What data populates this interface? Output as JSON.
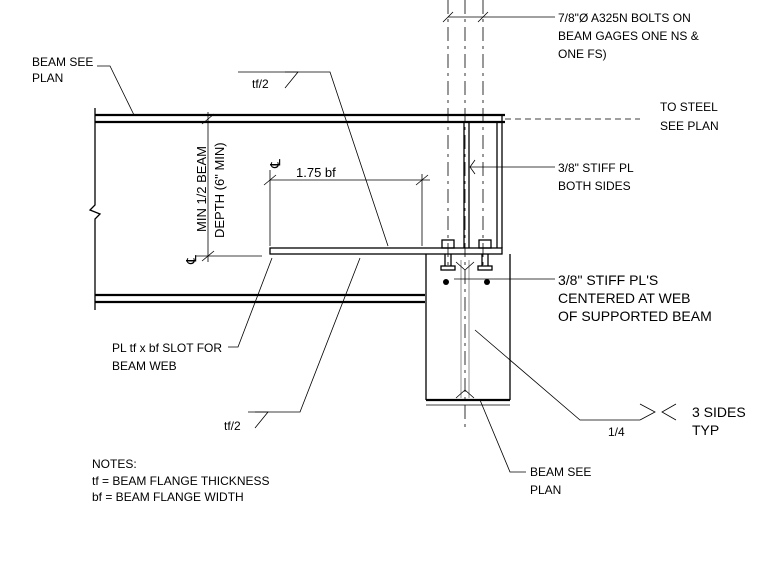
{
  "labels": {
    "bolts_l1": "7/8\"Ø A325N BOLTS ON",
    "bolts_l2": "BEAM GAGES ONE NS &",
    "bolts_l3": "ONE FS)",
    "beam_plan_top_l1": "BEAM SEE",
    "beam_plan_top_l2": "PLAN",
    "tf2_top": "tf/2",
    "to_steel_l1": "TO STEEL",
    "to_steel_l2": "SEE PLAN",
    "min_depth_l1": "MIN 1/2 BEAM",
    "min_depth_l2": "DEPTH (6\" MIN)",
    "cl_symbol": "℄",
    "dim_175": "1.75 bf",
    "stiff_pl_l1": "3/8\" STIFF PL",
    "stiff_pl_l2": "BOTH SIDES",
    "stiff_pls_l1": "3/8\" STIFF PL'S",
    "stiff_pls_l2": "CENTERED AT WEB",
    "stiff_pls_l3": "OF SUPPORTED BEAM",
    "pl_slot_l1": "PL tf x bf SLOT FOR",
    "pl_slot_l2": "BEAM WEB",
    "tf2_bottom": "tf/2",
    "weld_size": "1/4",
    "sides_l1": "3 SIDES",
    "sides_l2": "TYP",
    "beam_plan_bot_l1": "BEAM SEE",
    "beam_plan_bot_l2": "PLAN",
    "notes_title": "NOTES:",
    "notes_l1": "tf = BEAM FLANGE THICKNESS",
    "notes_l2": "bf = BEAM FLANGE WIDTH"
  }
}
